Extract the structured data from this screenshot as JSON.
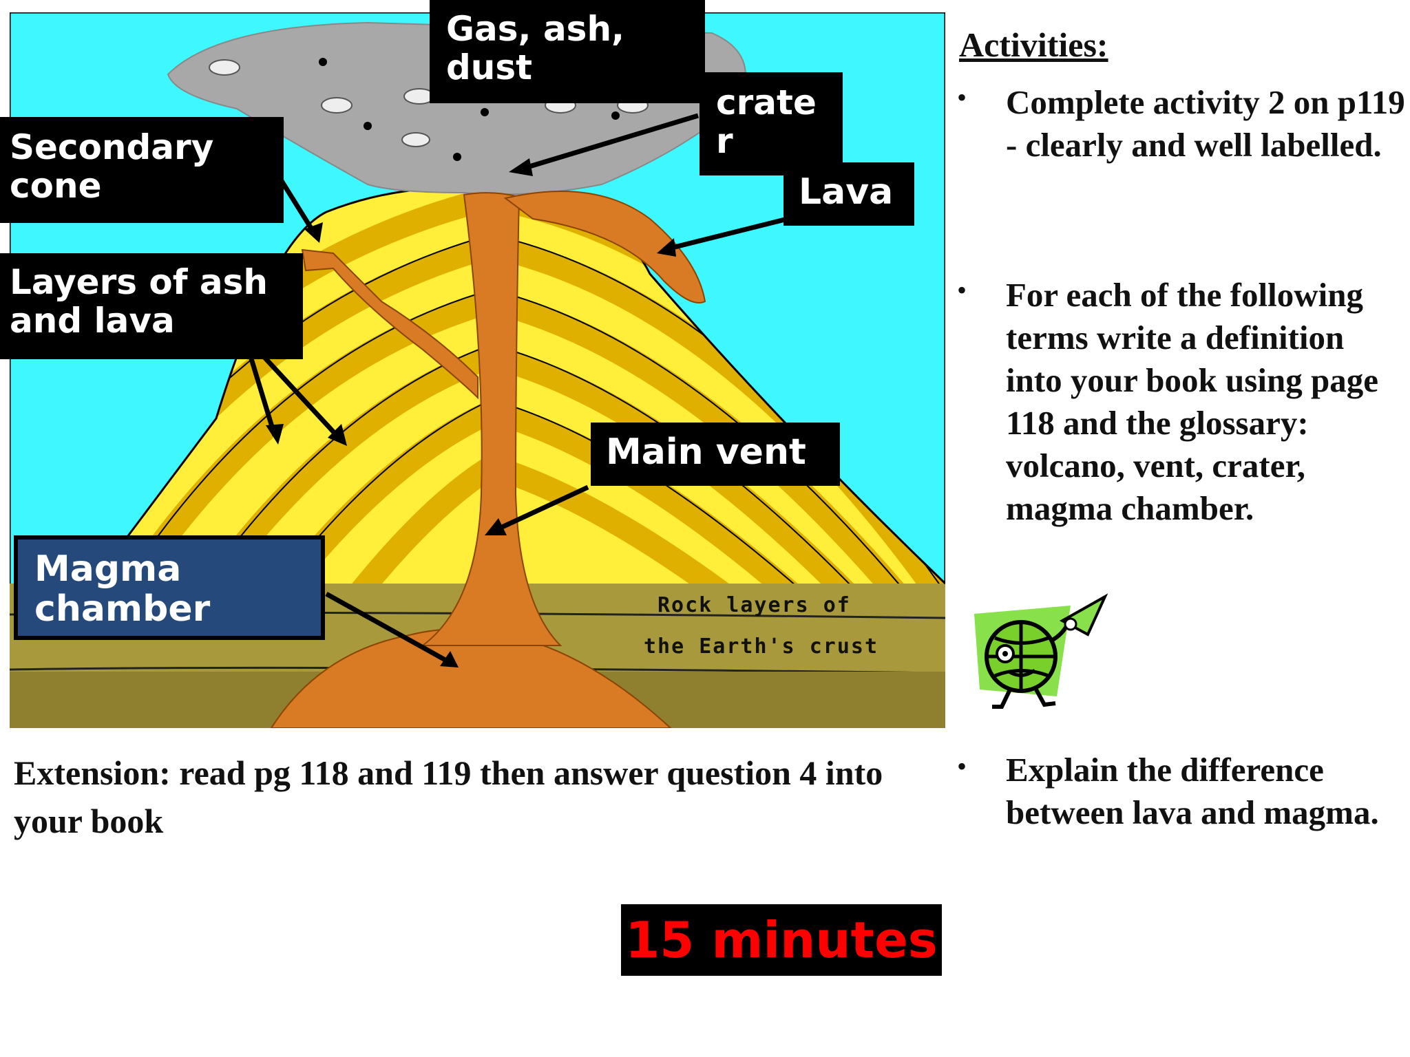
{
  "diagram": {
    "labels": {
      "gas_ash_dust": "Gas, ash,\ndust",
      "crater": "crate\nr",
      "lava": "Lava",
      "secondary_cone": "Secondary\ncone",
      "layers": "Layers of ash\nand lava",
      "main_vent": "Main vent",
      "magma_chamber": "Magma\nchamber"
    },
    "rock_layers_line1": "Rock layers of",
    "rock_layers_line2": "the Earth's crust",
    "colors": {
      "sky": "#3ff8ff",
      "yellow_light": "#ffef3a",
      "yellow_dark": "#e0b000",
      "lava": "#d97a24",
      "ground": "#a89a3c",
      "ash_cloud": "#a8a8a8",
      "magma_label_bg": "#25497a"
    }
  },
  "activities": {
    "heading": "Activities:",
    "items": [
      "Complete activity 2 on p119 - clearly and well labelled.",
      "For each of the following terms write a definition into your book using page 118 and the glossary: volcano, vent, crater, magma chamber.",
      "Explain the difference between lava and magma."
    ],
    "bullet_symbol": "•"
  },
  "extension": "Extension: read pg 118 and 119 then answer question 4 into your book",
  "timer": {
    "text": "15 minutes",
    "color": "#ff0000"
  },
  "clipart": {
    "icon": "globe-rocket-character-icon"
  }
}
